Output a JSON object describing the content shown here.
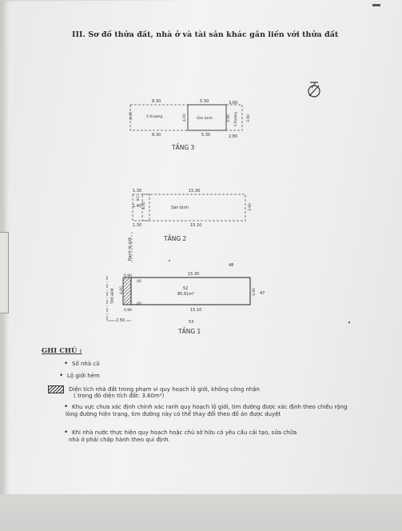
{
  "title": "III. Sơ đồ thửa đất, nhà ở và tài sản khác gắn liền với thửa đất",
  "floor3": {
    "label": "TẦNG 3",
    "dim_top_left": "8.30",
    "dim_top_mid": "5.30",
    "dim_top_right": "3.00",
    "dim_bottom_left": "8.30",
    "dim_bottom_mid": "5.30",
    "dim_bottom_right": "2.80",
    "dim_side_left": "4.00",
    "dim_side_mid": "4.00",
    "dim_side_r1": "3.90",
    "dim_side_r2": "3.90",
    "room_left": "S thượng",
    "room_mid": "Sàn bình",
    "room_right": "S thượng"
  },
  "floor2": {
    "label": "TẦNG 2",
    "dim_top_left": "1.30",
    "dim_top": "15.30",
    "dim_bottom": "15.10",
    "dim_bottom_left": "1.30",
    "dim_mid_left": "1.40",
    "dim_side_left": "4.00",
    "dim_side_right": "3.90",
    "room": "Sàn bình",
    "balcony": "B.C"
  },
  "floor1": {
    "label": "TẦNG 1",
    "dim_top_left": "0.90",
    "dim_top": "15.30",
    "dim_bottom": "15.10",
    "dim_bottom_left": "0.90",
    "dim_left_offset": "2.50",
    "dim_side_left": "4.00",
    "dim_side_right": "3.90",
    "corner_top": "40",
    "corner_bottom": "40",
    "lot_number": "52",
    "area": "85.61m²",
    "neighbor_top": "48",
    "neighbor_right": "47",
    "neighbor_bottom": "53",
    "street_label": "TIM HẺM",
    "boundary_label": "Ranh lộ giới"
  },
  "legend": {
    "heading": "GHI CHÚ :",
    "item1": "Số nhà cũ",
    "item2": "Lộ giới hẻm",
    "item3_line1": "Diện tích nhà đất trong phạm vi quy hoạch lộ giới, không công nhận",
    "item3_line2": "( trong đó diện tích đất: 3.60m²)",
    "item4_line1": "Khu vực chưa xác định chính xác ranh quy hoạch lộ giới, tim đường được xác định theo chiều rộng",
    "item4_line2": "lòng đường hiện trạng, tim đường này có thể thay đổi theo đồ án được duyệt",
    "item5_line1": "Khi nhà nước thực hiện quy hoạch hoặc chủ sở hữu có yêu cầu cải tạo, sửa chữa",
    "item5_line2": "nhà ở phải chấp hành theo qui định."
  }
}
